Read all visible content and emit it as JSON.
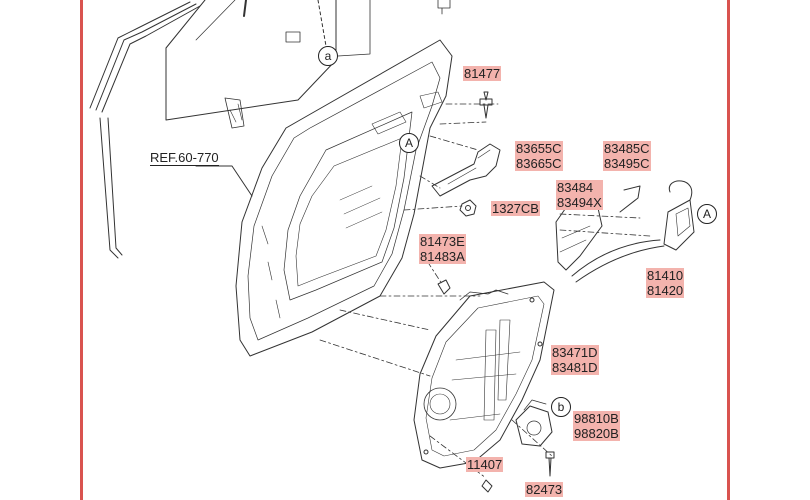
{
  "ref_label": "REF.60-770",
  "callouts": {
    "a": "a",
    "A_left": "A",
    "A_right": "A",
    "b": "b"
  },
  "parts": {
    "p81477": [
      "81477"
    ],
    "p83655": [
      "83655C",
      "83665C"
    ],
    "p83485": [
      "83485C",
      "83495C"
    ],
    "p83484": [
      "83484",
      "83494X"
    ],
    "p1327": [
      "1327CB"
    ],
    "p81473": [
      "81473E",
      "81483A"
    ],
    "p81410": [
      "81410",
      "81420"
    ],
    "p83471": [
      "83471D",
      "83481D"
    ],
    "p98810": [
      "98810B",
      "98820B"
    ],
    "p11407": [
      "11407"
    ],
    "p82473": [
      "82473"
    ]
  },
  "colors": {
    "frame": "#d9534f",
    "highlight": "#f3b3ad",
    "line": "#333333"
  }
}
